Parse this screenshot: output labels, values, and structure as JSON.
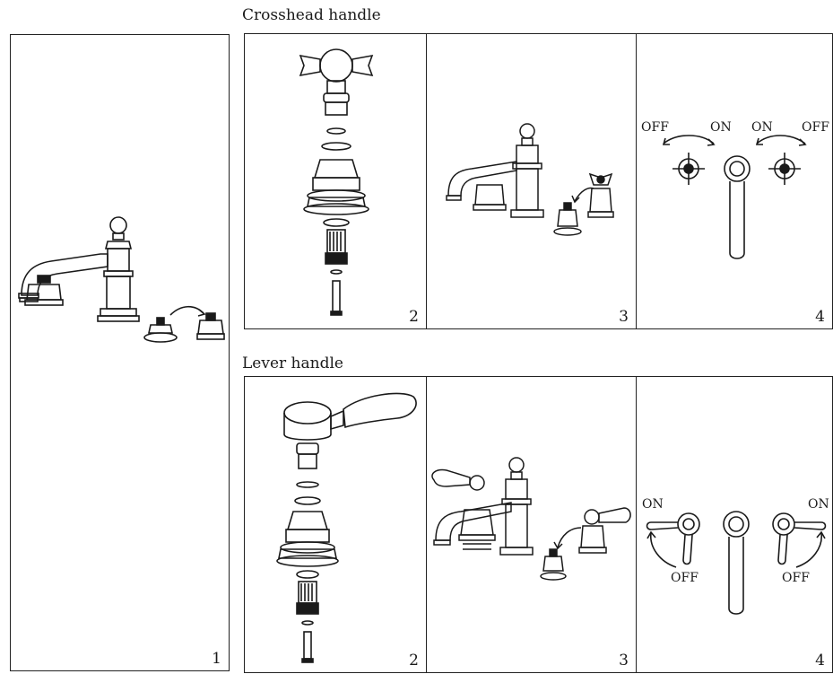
{
  "sections": {
    "crosshead": {
      "title": "Crosshead handle"
    },
    "lever": {
      "title": "Lever handle"
    }
  },
  "panels": {
    "step1": {
      "number": "1"
    },
    "cross2": {
      "number": "2"
    },
    "cross3": {
      "number": "3"
    },
    "cross4": {
      "number": "4",
      "labels": {
        "off_left": "OFF",
        "on_left": "ON",
        "on_right": "ON",
        "off_right": "OFF"
      }
    },
    "lever2": {
      "number": "2"
    },
    "lever3": {
      "number": "3"
    },
    "lever4": {
      "number": "4",
      "labels": {
        "on_left": "ON",
        "off_left": "OFF",
        "on_right": "ON",
        "off_right": "OFF"
      }
    }
  },
  "colors": {
    "line": "#1a1a1a",
    "background": "#ffffff"
  },
  "icons": [
    "faucet-spout",
    "crosshead-handle",
    "lever-handle",
    "valve-cartridge",
    "rotation-arrow"
  ]
}
